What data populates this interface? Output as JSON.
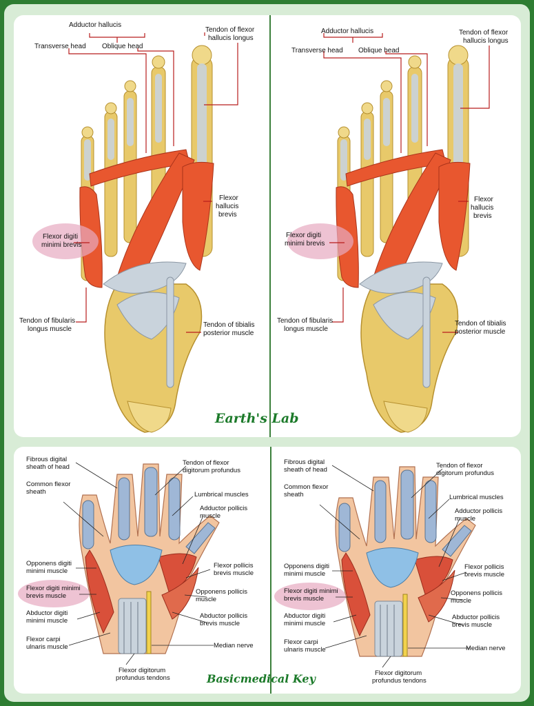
{
  "foot": {
    "adductor_hallucis": "Adductor hallucis",
    "transverse_head": "Transverse head",
    "oblique_head": "Oblique head",
    "tendon_fhl_line1": "Tendon of flexor",
    "tendon_fhl_line2": "hallucis longus",
    "fhb_line1": "Flexor",
    "fhb_line2": "hallucis",
    "fhb_line3": "brevis",
    "fdmb_line1": "Flexor digiti",
    "fdmb_line2": "minimi brevis",
    "fib_line1": "Tendon of fibularis",
    "fib_line2": "longus muscle",
    "tib_line1": "Tendon of tibialis",
    "tib_line2": "posterior muscle"
  },
  "hand": {
    "fibrous_line1": "Fibrous digital",
    "fibrous_line2": "sheath of head",
    "common_line1": "Common flexor",
    "common_line2": "sheath",
    "tfdp_line1": "Tendon of flexor",
    "tfdp_line2": "digitorum profundus",
    "lumbrical": "Lumbrical muscles",
    "addpol_line1": "Adductor pollicis",
    "addpol_line2": "muscle",
    "oppdig_line1": "Opponens digiti",
    "oppdig_line2": "minimi muscle",
    "fdmb_line1": "Flexor digiti minimi",
    "fdmb_line2": "brevis muscle",
    "fpb_line1": "Flexor pollicis",
    "fpb_line2": "brevis muscle",
    "opppol_line1": "Opponens pollicis",
    "opppol_line2": "muscle",
    "abddig_line1": "Abductor digiti",
    "abddig_line2": "minimi muscle",
    "abdpol_line1": "Abductor pollicis",
    "abdpol_line2": "brevis muscle",
    "fcu_line1": "Flexor carpi",
    "fcu_line2": "ulnaris muscle",
    "median": "Median nerve",
    "fdpt_line1": "Flexor digitorum",
    "fdpt_line2": "profundus tendons"
  },
  "watermarks": {
    "top": "Earth's Lab",
    "bottom": "Basicmedical Key"
  },
  "colors": {
    "muscle": "#e8572f",
    "bone": "#e8c96a",
    "tendon": "#c9d3dc",
    "label_line": "#b71c1c",
    "highlight": "#e7a9c0",
    "brand_green": "#1c7a2a"
  }
}
